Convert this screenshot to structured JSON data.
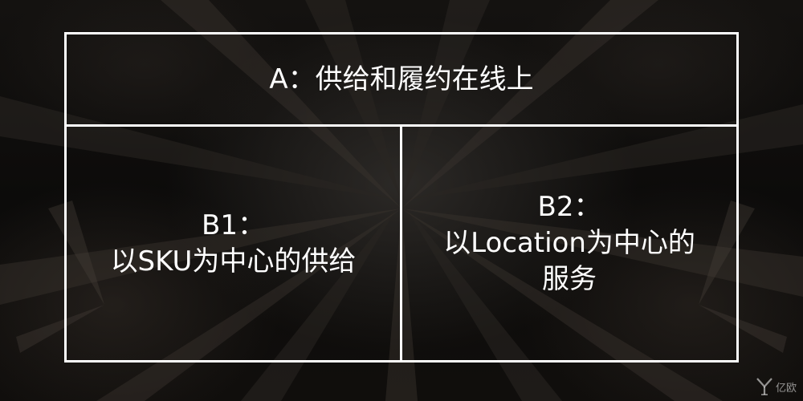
{
  "diagram": {
    "box_a": {
      "text": "A：供给和履约在线上"
    },
    "box_b1": {
      "text": "B1：\n以SKU为中心的供给"
    },
    "box_b2": {
      "text": "B2：\n以Location为中心的\n服务"
    }
  },
  "watermark": {
    "text": "亿欧",
    "icon": "yiou-logo-icon"
  },
  "colors": {
    "border": "#ffffff",
    "text": "#ffffff",
    "background": "#0b0b0b"
  }
}
